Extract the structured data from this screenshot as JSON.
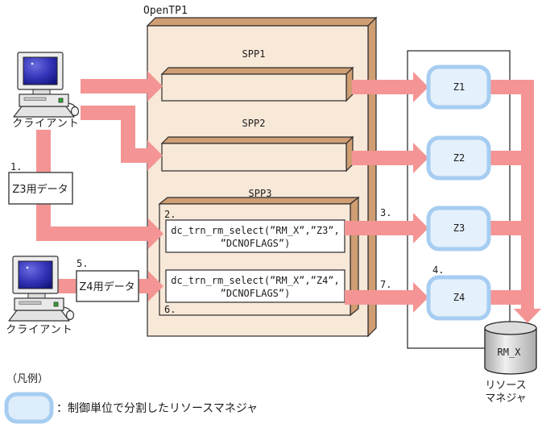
{
  "colors": {
    "arrow_pink": "#F49494",
    "panel_front_peach": "#F8E8D8",
    "panel_side_tan": "#CF9E73",
    "zone_fill_blue": "#E4F0FC",
    "zone_border_blue": "#A6CDF1"
  },
  "diagram": {
    "title": "OpenTP1",
    "clients": [
      {
        "label": "クライアント"
      },
      {
        "label": "クライアント"
      }
    ],
    "spp_labels": [
      "SPP1",
      "SPP2",
      "SPP3"
    ],
    "steps": [
      "1.",
      "2.",
      "3.",
      "4.",
      "5.",
      "6.",
      "7."
    ],
    "data_boxes": [
      {
        "label": "Z3用データ"
      },
      {
        "label": "Z4用データ"
      }
    ],
    "calls": [
      {
        "line1": "dc_trn_rm_select(”RM_X”,”Z3”,",
        "line2": "”DCNOFLAGS”)"
      },
      {
        "line1": "dc_trn_rm_select(”RM_X”,”Z4”,",
        "line2": "”DCNOFLAGS”)"
      }
    ],
    "zones": [
      {
        "label": "Z1"
      },
      {
        "label": "Z2"
      },
      {
        "label": "Z3"
      },
      {
        "label": "Z4"
      }
    ],
    "database": {
      "label": "RM_X",
      "caption_line1": "リソース",
      "caption_line2": "マネジャ"
    },
    "legend": {
      "heading": "（凡例）",
      "text": "：制御単位で分割したリソースマネジャ"
    }
  }
}
